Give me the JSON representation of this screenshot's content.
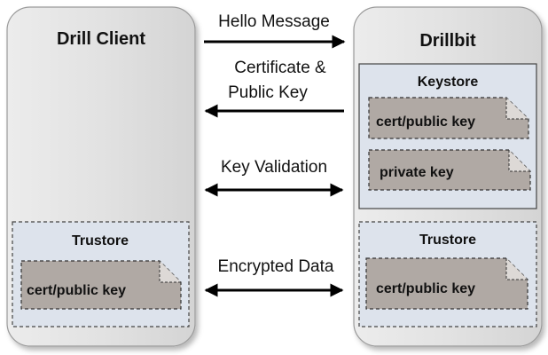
{
  "client": {
    "title": "Drill Client",
    "truststore": {
      "title": "Trustore",
      "doc_label": "cert/public key"
    }
  },
  "server": {
    "title": "Drillbit",
    "keystore": {
      "title": "Keystore",
      "cert_label": "cert/public key",
      "private_label": "private key"
    },
    "truststore": {
      "title": "Trustore",
      "doc_label": "cert/public key"
    }
  },
  "messages": {
    "hello": "Hello Message",
    "certificate_line1": "Certificate &",
    "certificate_line2": "Public Key",
    "key_validation": "Key Validation",
    "encrypted_data": "Encrypted Data"
  }
}
